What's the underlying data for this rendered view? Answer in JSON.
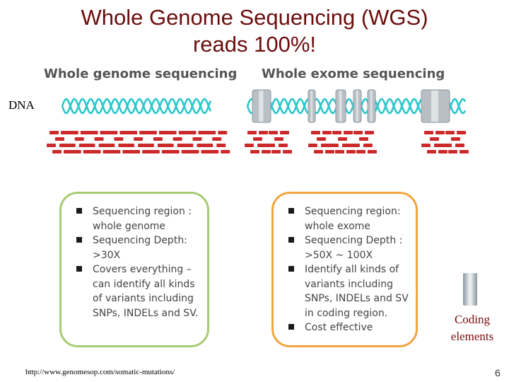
{
  "title": {
    "line1": "Whole Genome Sequencing (WGS)",
    "line2": "reads 100%!"
  },
  "dna_label": "DNA",
  "panels": {
    "wgs": {
      "heading": "Whole genome sequencing",
      "items": [
        [
          "Sequencing region :",
          "whole genome"
        ],
        [
          "Sequencing Depth:",
          ">30X"
        ],
        [
          "Covers everything –",
          "can identify all kinds",
          "of variants including",
          "SNPs, INDELs and SV."
        ]
      ]
    },
    "wes": {
      "heading": "Whole exome sequencing",
      "items": [
        [
          "Sequencing region:",
          "whole exome"
        ],
        [
          "Sequencing Depth :",
          ">50X ~ 100X"
        ],
        [
          "Identify all kinds of",
          "variants including",
          "SNPs, INDELs and SV",
          "in coding region."
        ],
        [
          "Cost effective"
        ]
      ]
    }
  },
  "legend": {
    "coding_label_line1": "Coding",
    "coding_label_line2": "elements"
  },
  "footer": {
    "source": "http://www.genomesop.com/somatic-mutations/",
    "slide_number": "6"
  },
  "colors": {
    "title": "#6b0d0d",
    "helix": "#2cc6cc",
    "reads": "#cc2a2a",
    "wgs_border": "#a6cc72",
    "wes_border": "#f2a43e",
    "exon": "#b8c0c5"
  }
}
